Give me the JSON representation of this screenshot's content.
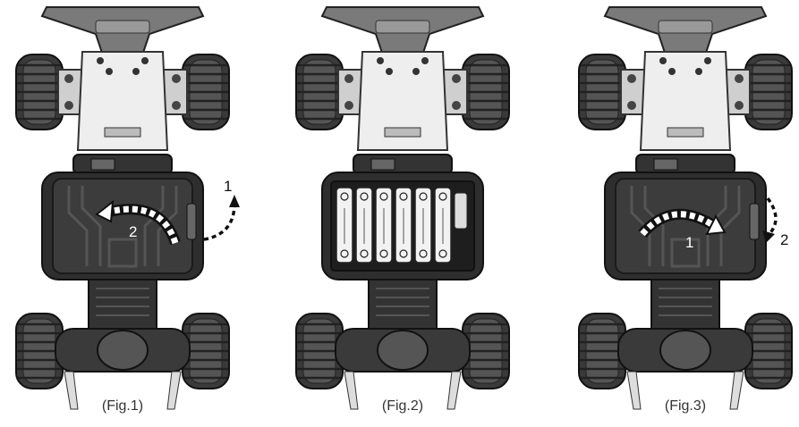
{
  "figures": [
    {
      "label": "(Fig.1)",
      "steps": [
        "1",
        "2"
      ]
    },
    {
      "label": "(Fig.2)"
    },
    {
      "label": "(Fig.3)",
      "steps": [
        "1",
        "2"
      ]
    }
  ]
}
